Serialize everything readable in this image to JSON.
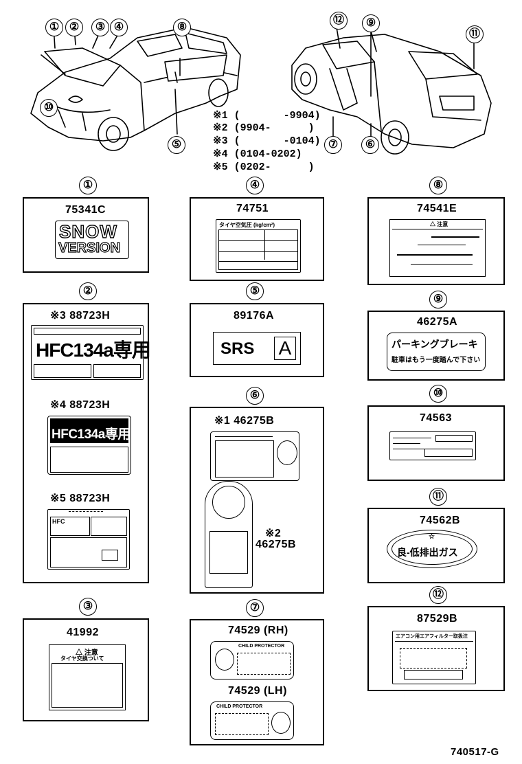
{
  "legend": [
    {
      "mark": "※1",
      "range": "(       -9904)"
    },
    {
      "mark": "※2",
      "range": "(9904-      )"
    },
    {
      "mark": "※3",
      "range": "(       -0104)"
    },
    {
      "mark": "※4",
      "range": "(0104-0202)"
    },
    {
      "mark": "※5",
      "range": "(0202-      )"
    }
  ],
  "callouts": {
    "c1": "①",
    "c2": "②",
    "c3": "③",
    "c4": "④",
    "c5": "⑤",
    "c6": "⑥",
    "c7": "⑦",
    "c8": "⑧",
    "c9": "⑨",
    "c10": "⑩",
    "c11": "⑪",
    "c12": "⑫"
  },
  "parts": {
    "p1": {
      "number": "75341C",
      "text_line1": "SNOW",
      "text_line2": "VERSION"
    },
    "p2": [
      {
        "mark": "※3",
        "number": "88723H",
        "text": "HFC134a専用"
      },
      {
        "mark": "※4",
        "number": "88723H",
        "text": "HFC134a専用"
      },
      {
        "mark": "※5",
        "number": "88723H",
        "text": "HFC"
      }
    ],
    "p3": {
      "number": "41992",
      "line1": "△ 注意",
      "line2": "タイヤ交換ついて"
    },
    "p4": {
      "number": "74751",
      "header": "タイヤ空気圧 (kg/cm²)"
    },
    "p5": {
      "number": "89176A",
      "text": "SRS",
      "letter": "A"
    },
    "p6": [
      {
        "mark": "※1",
        "number": "46275B"
      },
      {
        "mark": "※2",
        "number": "46275B"
      }
    ],
    "p7": [
      {
        "number": "74529 (RH)",
        "text": "CHILD PROTECTOR"
      },
      {
        "number": "74529 (LH)",
        "text": "CHILD PROTECTOR"
      }
    ],
    "p8": {
      "number": "74541E",
      "header": "△ 注意"
    },
    "p9": {
      "number": "46275A",
      "line1": "パーキングブレーキ",
      "line2": "駐車はもう一度踏んで下さい"
    },
    "p10": {
      "number": "74563"
    },
    "p11": {
      "number": "74562B",
      "text": "良-低排出ガス"
    },
    "p12": {
      "number": "87529B",
      "header": "エアコン用エアフィルター取扱注"
    }
  },
  "drawing_code": "740517-G"
}
